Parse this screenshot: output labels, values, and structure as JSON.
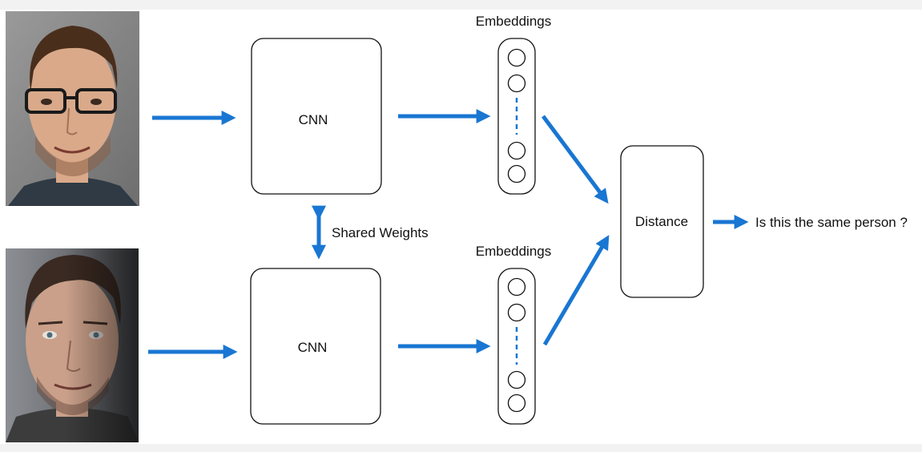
{
  "labels": {
    "cnn_top": "CNN",
    "cnn_bottom": "CNN",
    "embeddings_top": "Embeddings",
    "embeddings_bottom": "Embeddings",
    "shared_weights": "Shared Weights",
    "distance": "Distance",
    "output": "Is this the same person ?"
  },
  "colors": {
    "arrow": "#1976d2",
    "outline": "#111111",
    "background": "#ffffff"
  },
  "images": {
    "top_photo": "face-photo-man-with-glasses",
    "bottom_photo": "face-photo-man-half-shadow"
  }
}
